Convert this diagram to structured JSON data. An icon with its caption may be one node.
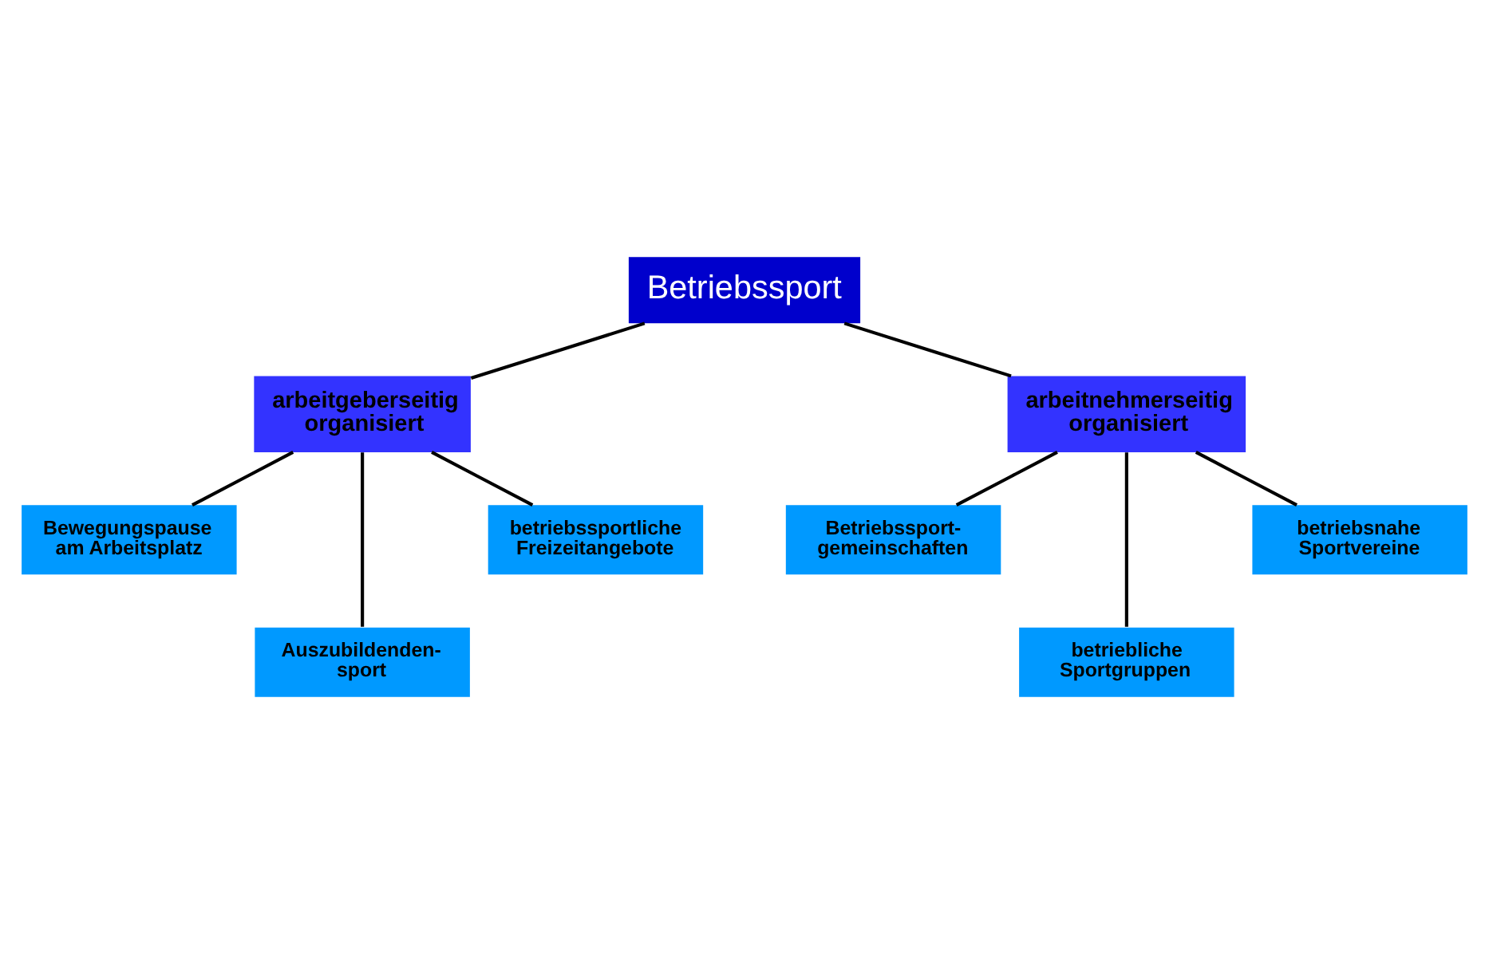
{
  "diagram": {
    "nodes": [
      {
        "text": [
          "Betriebssport"
        ]
      },
      {
        "text": [
          "arbeitgeberseitig organisiert"
        ]
      },
      {
        "text": [
          "arbeitnehmerseitig organisiert"
        ]
      },
      {
        "text": [
          "Bewegungspause am Arbeitsplatz"
        ]
      },
      {
        "text": [
          "betriebssportliche Freizeitangebote"
        ]
      },
      {
        "text": [
          "Betriebssport- gemeinschaften"
        ]
      },
      {
        "text": [
          "betriebsnahe Sportvereine"
        ]
      },
      {
        "text": [
          "Auszubildenden- sport"
        ]
      },
      {
        "text": [
          "betriebliche Sportgruppen"
        ]
      }
    ],
    "edges": [
      {
        "from": 0,
        "to": 1,
        "arrow": "none"
      },
      {
        "from": 0,
        "to": 2,
        "arrow": "none"
      },
      {
        "from": 1,
        "to": 3,
        "arrow": "none"
      },
      {
        "from": 1,
        "to": 7,
        "arrow": "none"
      },
      {
        "from": 1,
        "to": 4,
        "arrow": "none"
      },
      {
        "from": 2,
        "to": 5,
        "arrow": "none"
      },
      {
        "from": 2,
        "to": 8,
        "arrow": "none"
      },
      {
        "from": 2,
        "to": 6,
        "arrow": "none"
      }
    ]
  }
}
